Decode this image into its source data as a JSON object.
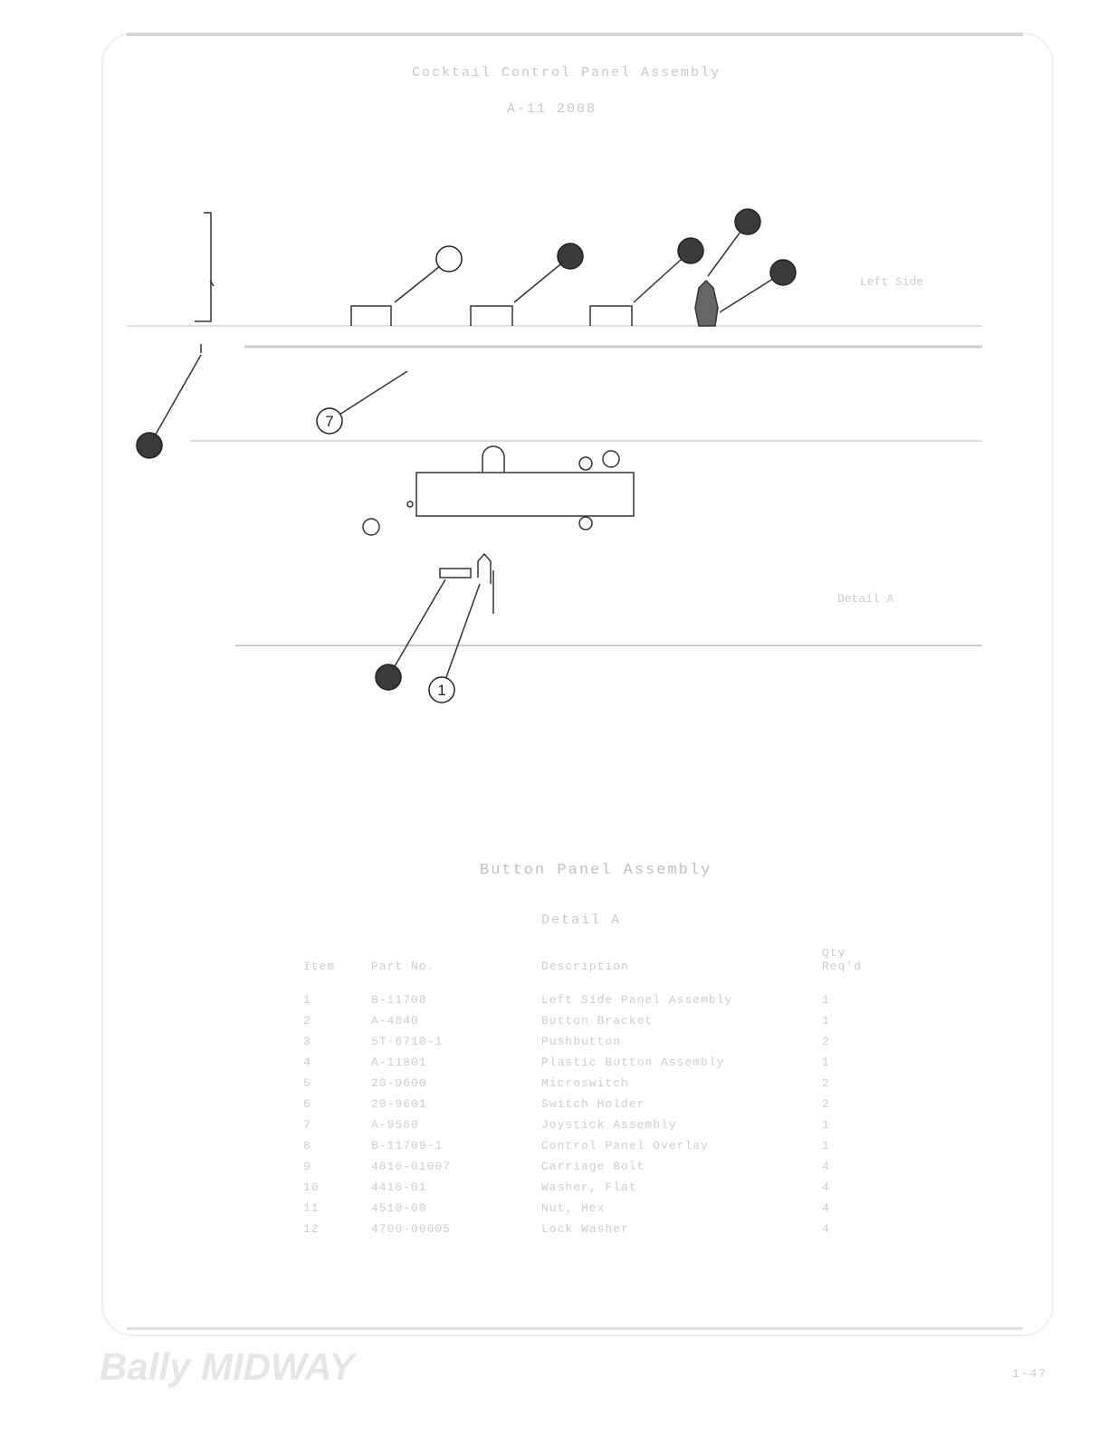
{
  "header": {
    "line1": "Cocktail Control Panel Assembly",
    "line2": "A-11 2008"
  },
  "diagram": {
    "callouts": [
      "7",
      "1"
    ],
    "side_label_top": "Left Side",
    "side_label_bottom": "Detail A"
  },
  "parts": {
    "title": "Button Panel Assembly",
    "detail": "Detail A",
    "columns": [
      "Item",
      "Part No.",
      "Description",
      "Qty Req'd"
    ],
    "rows": [
      [
        "1",
        "B-11708",
        "Left Side Panel Assembly",
        "1"
      ],
      [
        "2",
        "A-4840",
        "Button Bracket",
        "1"
      ],
      [
        "3",
        "5T-6710-1",
        "Pushbutton",
        "2"
      ],
      [
        "4",
        "A-11801",
        "Plastic Button Assembly",
        "1"
      ],
      [
        "5",
        "20-9600",
        "Microswitch",
        "2"
      ],
      [
        "6",
        "20-9601",
        "Switch Holder",
        "2"
      ],
      [
        "7",
        "A-9560",
        "Joystick Assembly",
        "1"
      ],
      [
        "8",
        "B-11709-1",
        "Control Panel Overlay",
        "1"
      ],
      [
        "9",
        "4010-01007",
        "Carriage Bolt",
        "4"
      ],
      [
        "10",
        "4410-01",
        "Washer, Flat",
        "4"
      ],
      [
        "11",
        "4510-00",
        "Nut, Hex",
        "4"
      ],
      [
        "12",
        "4700-00005",
        "Lock Washer",
        "4"
      ]
    ]
  },
  "footer": {
    "logo": "Bally MIDWAY",
    "page": "1-47"
  }
}
